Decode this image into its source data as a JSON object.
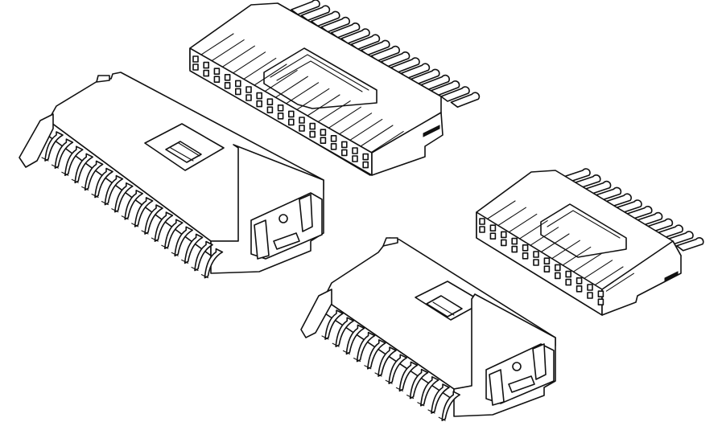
{
  "figure": {
    "background": "#ffffff",
    "line_color": "#111111",
    "parts": [
      {
        "id": "large-receptacle-housing",
        "pins": 17
      },
      {
        "id": "large-header-connector",
        "pins": 17
      },
      {
        "id": "small-receptacle-housing",
        "pins": 12
      },
      {
        "id": "small-header-connector",
        "pins": 12
      }
    ]
  }
}
